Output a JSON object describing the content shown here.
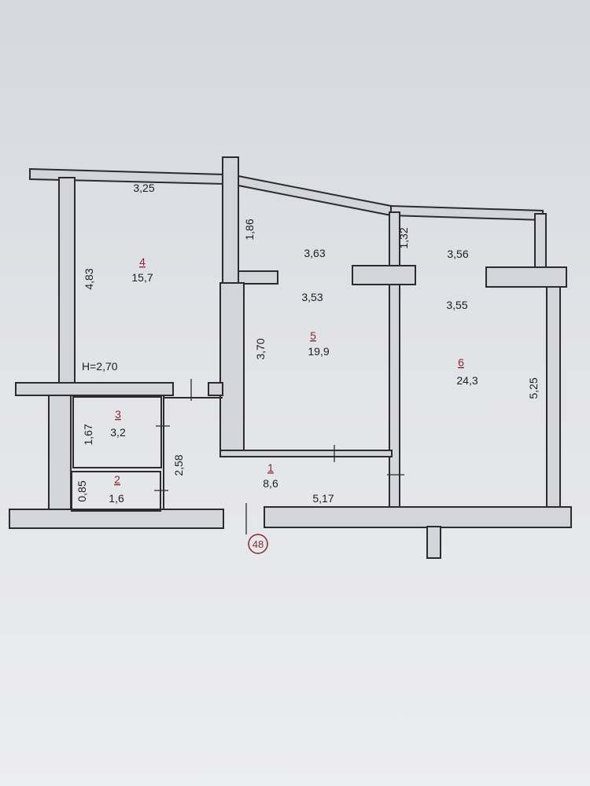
{
  "plan": {
    "ceiling_height": "H=2,70",
    "apartment_marker": "48",
    "rooms": [
      {
        "number": "1",
        "area": "8,6"
      },
      {
        "number": "2",
        "area": "1,6"
      },
      {
        "number": "3",
        "area": "3,2"
      },
      {
        "number": "4",
        "area": "15,7"
      },
      {
        "number": "5",
        "area": "19,9"
      },
      {
        "number": "6",
        "area": "24,3"
      }
    ],
    "dimensions": {
      "room4_width": "3,25",
      "room4_length": "4,83",
      "room5_recess": "1,86",
      "room5_width_top": "3,63",
      "room5_width": "3,53",
      "room5_length": "3,70",
      "room6_recess": "1,32",
      "room6_width_top": "3,56",
      "room6_width": "3,55",
      "room6_length": "5,25",
      "room3_length": "1,67",
      "room2_length": "0,85",
      "corridor_width": "2,58",
      "corridor_length": "5,17"
    }
  }
}
